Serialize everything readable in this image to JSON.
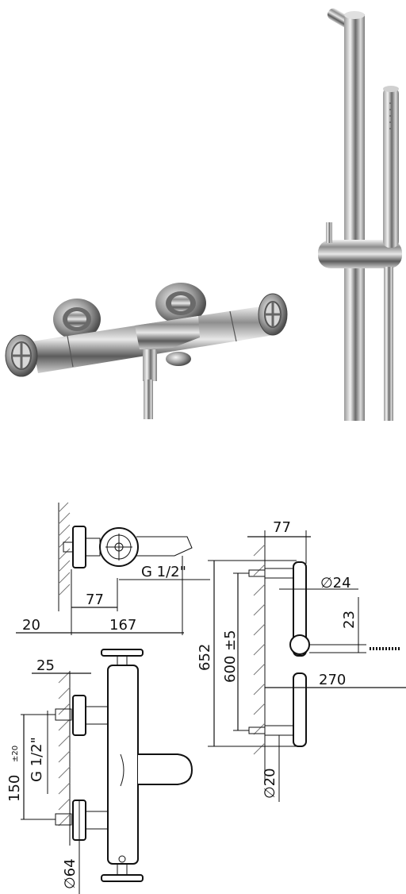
{
  "photo": {
    "mixer_alt": "",
    "shower_rail_alt": ""
  },
  "drawing_side": {
    "thread_label": "G 1/2\"",
    "dim_77": "77",
    "dim_20": "20",
    "dim_167": "167"
  },
  "drawing_front": {
    "dim_25": "25",
    "dim_150": "150",
    "dim_150_tol": "±20",
    "thread_label": "G 1/2\"",
    "dim_d64": "∅64"
  },
  "drawing_rail": {
    "dim_77": "77",
    "dim_d24": "∅24",
    "dim_652": "652",
    "dim_600": "600 ±5",
    "dim_23": "23",
    "dim_270": "270",
    "dim_d20": "∅20"
  }
}
